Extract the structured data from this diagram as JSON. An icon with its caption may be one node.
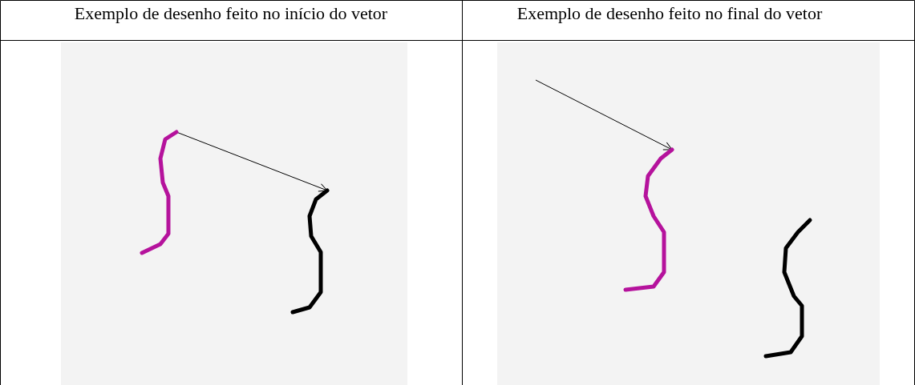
{
  "diagram": {
    "nodes": [
      {
        "text": [],
        "shape": "curve"
      },
      {
        "text": [],
        "shape": "curve"
      },
      {
        "text": [],
        "shape": "curve"
      },
      {
        "text": [],
        "shape": "curve"
      }
    ],
    "edges": [
      {
        "from": 0,
        "to": 1,
        "arrow": "to"
      },
      {
        "from": null,
        "to": 2,
        "arrow": "to"
      }
    ],
    "labels": [
      "Exemplo de desenho feito no início do vetor",
      "Exemplo de desenho feito no final do vetor"
    ]
  }
}
